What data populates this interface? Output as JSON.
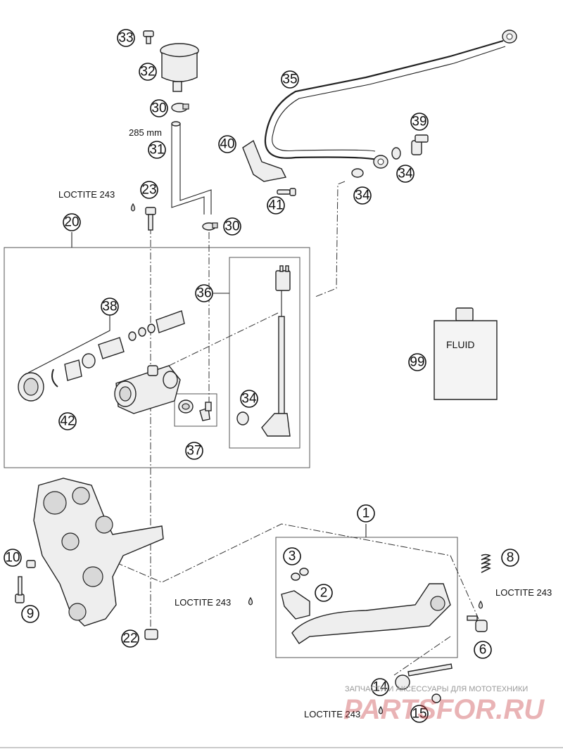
{
  "callouts": {
    "n33": "33",
    "n32": "32",
    "n30a": "30",
    "n31": "31",
    "n23": "23",
    "n20": "20",
    "n30b": "30",
    "n35": "35",
    "n40": "40",
    "n41": "41",
    "n39": "39",
    "n34a": "34",
    "n34b": "34",
    "n36": "36",
    "n38": "38",
    "n42": "42",
    "n34c": "34",
    "n37": "37",
    "n99": "99",
    "n1": "1",
    "n3": "3",
    "n2": "2",
    "n8": "8",
    "n10": "10",
    "n9": "9",
    "n22": "22",
    "n6": "6",
    "n14": "14",
    "n15": "15"
  },
  "labels": {
    "hose_length": "285 mm",
    "loctite_23": "LOCTITE 243",
    "loctite_2": "LOCTITE 243",
    "loctite_6": "LOCTITE 243",
    "loctite_15": "LOCTITE 243",
    "fluid": "FLUID"
  },
  "watermark": {
    "line1": "ЗАПЧАСТИ И АКСЕССУАРЫ ДЛЯ МОТОТЕХНИКИ",
    "line2": "PARTSFOR.RU"
  }
}
